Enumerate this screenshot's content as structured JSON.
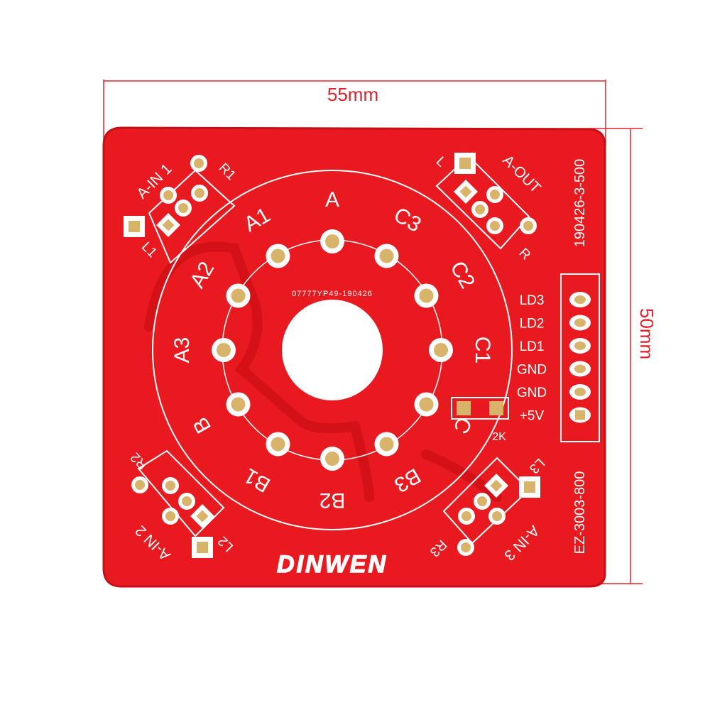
{
  "dimensions": {
    "width_label": "55mm",
    "height_label": "50mm",
    "line_color": "#e0232a"
  },
  "board": {
    "color": "#e8191f",
    "silk_color": "#ffffff",
    "pad_color": "#d8b46a",
    "brand": "DINWEN",
    "serial": "07777YP49-190426",
    "part_top": "190426-3-500",
    "part_bottom": "EZ-3003-800",
    "pin_labels": [
      "A",
      "C3",
      "C2",
      "C1",
      "C",
      "B3",
      "B2",
      "B1",
      "B",
      "A3",
      "A2",
      "A1"
    ],
    "corners": {
      "top_left": {
        "name": "A-IN 1",
        "r": "R1",
        "l": "L1"
      },
      "top_right": {
        "name": "A-OUT",
        "r": "R",
        "l": "L"
      },
      "bottom_left": {
        "name": "A-IN 2",
        "r": "R2",
        "l": "L2"
      },
      "bottom_right": {
        "name": "A-IN 3",
        "r": "R3",
        "l": "L3"
      }
    },
    "connector_labels": [
      "LD3",
      "LD2",
      "LD1",
      "GND",
      "GND",
      "+5V"
    ],
    "resistor_label": "2K"
  }
}
